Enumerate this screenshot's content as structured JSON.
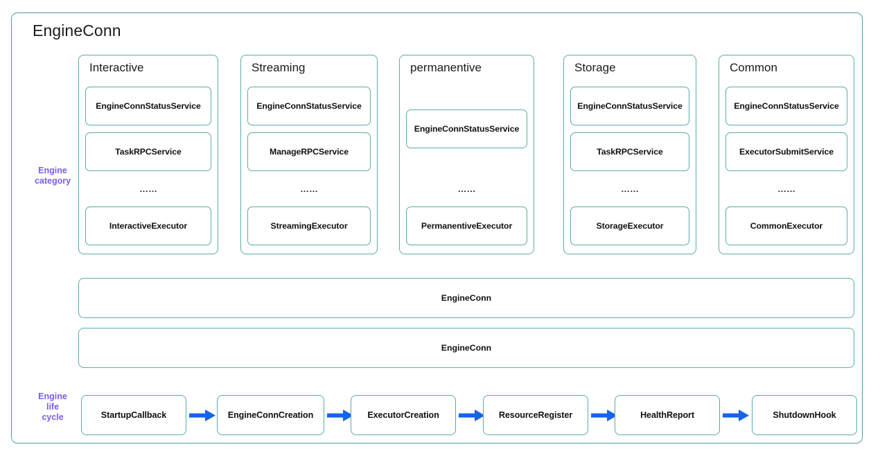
{
  "diagram": {
    "title": "EngineConn",
    "accent_border": "#5aa9ae",
    "label_color": "#7b5cf0",
    "arrow_color": "#1565e8"
  },
  "side_labels": {
    "engine_category": "Engine\ncategory",
    "engine_category_line1": "Engine",
    "engine_category_line2": "category",
    "engine_lifecycle_line1": "Engine",
    "engine_lifecycle_line2": "life",
    "engine_lifecycle_line3": "cycle"
  },
  "ellipsis": "……",
  "categories": [
    {
      "name": "Interactive",
      "services": [
        "EngineConnStatusService",
        "TaskRPCService"
      ],
      "executor": "InteractiveExecutor"
    },
    {
      "name": "Streaming",
      "services": [
        "EngineConnStatusService",
        "ManageRPCService"
      ],
      "executor": "StreamingExecutor"
    },
    {
      "name": "permanentive",
      "services": [
        "EngineConnStatusService"
      ],
      "executor": "PermanentiveExecutor"
    },
    {
      "name": "Storage",
      "services": [
        "EngineConnStatusService",
        "TaskRPCService"
      ],
      "executor": "StorageExecutor"
    },
    {
      "name": "Common",
      "services": [
        "EngineConnStatusService",
        "ExecutorSubmitService"
      ],
      "executor": "CommonExecutor"
    }
  ],
  "conn_bars": [
    {
      "label": "EngineConn"
    },
    {
      "label": "EngineConn"
    }
  ],
  "lifecycle": {
    "steps": [
      "StartupCallback",
      "EngineConnCreation",
      "ExecutorCreation",
      "ResourceRegister",
      "HealthReport",
      "ShutdownHook"
    ]
  }
}
